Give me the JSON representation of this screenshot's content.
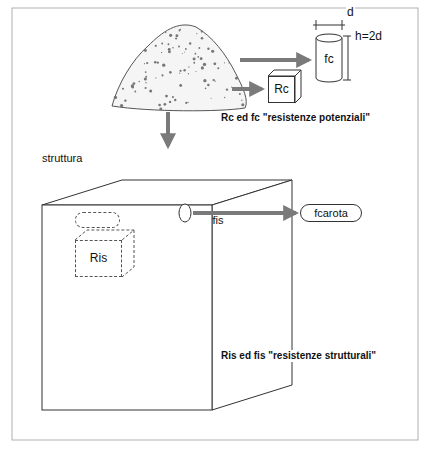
{
  "diagram": {
    "nodes": [
      {
        "text": [
          "fc"
        ]
      },
      {
        "text": [
          "Rc"
        ]
      },
      {
        "text": [
          "struttura"
        ]
      },
      {
        "text": [
          "fis"
        ],
        "in": 2
      },
      {
        "text": [
          "Ris"
        ],
        "in": 2
      },
      {
        "text": [
          "fcarota"
        ]
      }
    ],
    "labels": [
      "d",
      "h=2d",
      "Rc ed fc \"resistenze potenziali\"",
      "Ris ed fis \"resistenze strutturali\""
    ]
  }
}
